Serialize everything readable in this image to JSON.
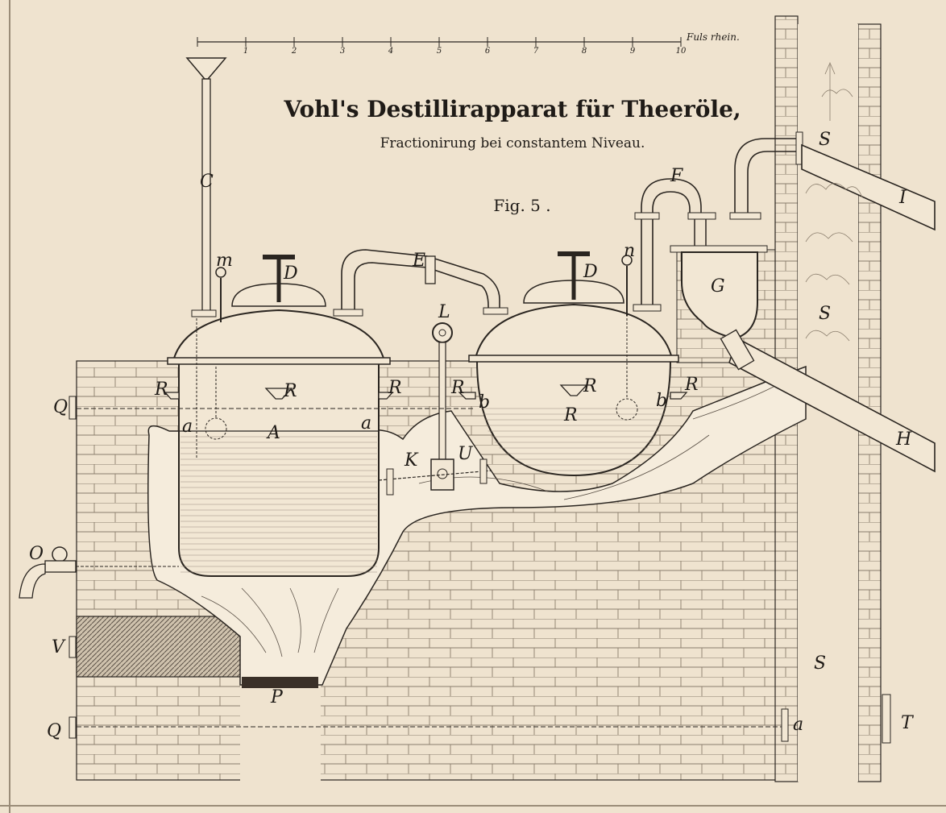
{
  "title": "Vohl's Destillirapparat für Theeröle,",
  "subtitle": "Fractionirung bei constantem Niveau.",
  "figure_label": "Fig. 5 .",
  "scale": {
    "unit_label": "Fuls rhein.",
    "ticks": [
      "1",
      "2",
      "3",
      "4",
      "5",
      "6",
      "7",
      "8",
      "9",
      "10"
    ]
  },
  "labels": {
    "C": "C",
    "m": "m",
    "D_left": "D",
    "D_right": "D",
    "E": "E",
    "F": "F",
    "G": "G",
    "n": "n",
    "L": "L",
    "R_left_wall": "R",
    "R_left_cup": "R",
    "R_left_right": "R",
    "R_mid": "R",
    "R_right_cup": "R",
    "R_right_level": "R",
    "R_right_wall": "R",
    "A": "A",
    "a_left": "a",
    "a_right": "a",
    "b_left": "b",
    "b_right": "b",
    "K": "K",
    "U": "U",
    "Q_top": "Q",
    "O": "O",
    "V": "V",
    "Q_bottom": "Q",
    "q_right": "a",
    "P": "P",
    "T": "T",
    "S_top": "S",
    "S_mid": "S",
    "S_bottom": "S",
    "I": "I",
    "H": "H"
  },
  "colors": {
    "paper": "#efe3cf",
    "ink": "#2a2520",
    "brick": "#8a7d6c"
  }
}
